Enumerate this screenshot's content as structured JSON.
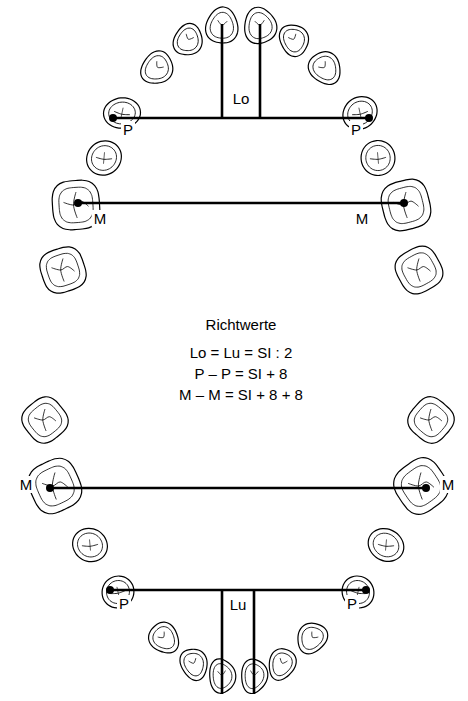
{
  "diagram": {
    "labels": [
      "Lo",
      "P",
      "P",
      "M",
      "M",
      "Richtwerte",
      "Lo = Lu = SI : 2",
      "P – P = SI + 8",
      "M – M = SI + 8 + 8",
      "M",
      "M",
      "P",
      "P",
      "Lu"
    ]
  }
}
